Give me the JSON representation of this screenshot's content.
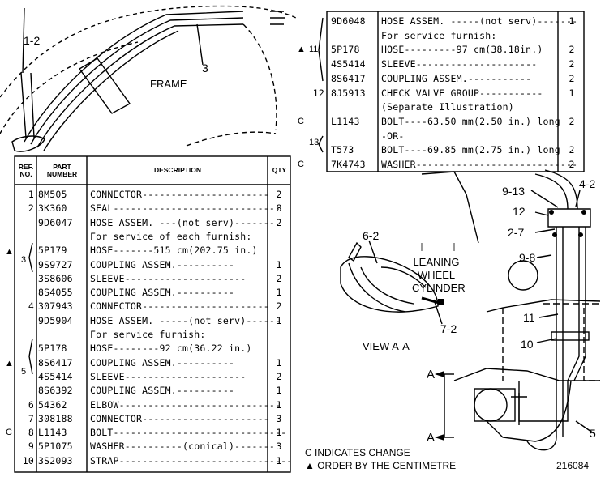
{
  "left_table": {
    "headers": {
      "ref": "REF. NO.",
      "part": "PART NUMBER",
      "desc": "DESCRIPTION",
      "qty": "QTY"
    },
    "rows": [
      {
        "ref": "1",
        "part": "8M505",
        "desc": "CONNECTOR----------------------",
        "qty": "2"
      },
      {
        "ref": "2",
        "part": "3K360",
        "desc": "SEAL-----------------------------",
        "qty": "8"
      },
      {
        "ref": "",
        "part": "9D6047",
        "desc": "HOSE ASSEM. ---(not serv)-------",
        "qty": "2"
      },
      {
        "ref": "",
        "part": "",
        "desc": "   For service of each furnish:",
        "qty": ""
      },
      {
        "ref": "",
        "part": "5P179",
        "desc": "   HOSE-------515 cm(202.75 in.)",
        "qty": ""
      },
      {
        "ref": "",
        "part": "9S9727",
        "desc": "   COUPLING ASSEM.----------",
        "qty": "1"
      },
      {
        "ref": "",
        "part": "3S8606",
        "desc": "   SLEEVE---------------------",
        "qty": "2"
      },
      {
        "ref": "",
        "part": "8S4055",
        "desc": "   COUPLING ASSEM.----------",
        "qty": "1"
      },
      {
        "ref": "4",
        "part": "307943",
        "desc": "CONNECTOR----------------------",
        "qty": "2"
      },
      {
        "ref": "",
        "part": "9D5904",
        "desc": "HOSE ASSEM. -----(not serv)------",
        "qty": "1"
      },
      {
        "ref": "",
        "part": "",
        "desc": "   For service furnish:",
        "qty": ""
      },
      {
        "ref": "",
        "part": "5P178",
        "desc": "   HOSE--------92 cm(36.22 in.)",
        "qty": ""
      },
      {
        "ref": "",
        "part": "8S6417",
        "desc": "   COUPLING ASSEM.----------",
        "qty": "1"
      },
      {
        "ref": "",
        "part": "4S5414",
        "desc": "   SLEEVE---------------------",
        "qty": "2"
      },
      {
        "ref": "",
        "part": "8S6392",
        "desc": "   COUPLING ASSEM.----------",
        "qty": "1"
      },
      {
        "ref": "6",
        "part": "54362",
        "desc": "ELBOW----------------------------",
        "qty": "1"
      },
      {
        "ref": "7",
        "part": "308188",
        "desc": "CONNECTOR----------------------",
        "qty": "3"
      },
      {
        "ref": "8",
        "part": "L1143",
        "desc": "BOLT------------------------------",
        "qty": "1"
      },
      {
        "ref": "9",
        "part": "5P1075",
        "desc": "WASHER----------(conical)-------",
        "qty": "3"
      },
      {
        "ref": "10",
        "part": "3S2093",
        "desc": "STRAP------------------------------",
        "qty": "1"
      }
    ],
    "group_refs": [
      {
        "ref": "3",
        "marker": "▲"
      },
      {
        "ref": "5",
        "marker": "▲"
      }
    ],
    "change_marks": [
      {
        "row": 17,
        "mark": "C"
      }
    ]
  },
  "right_table": {
    "rows": [
      {
        "ref": "",
        "part": "9D6048",
        "desc": "HOSE ASSEM. -----(not serv)-------",
        "qty": "1"
      },
      {
        "ref": "",
        "part": "",
        "desc": "   For service furnish:",
        "qty": ""
      },
      {
        "ref": "",
        "part": "5P178",
        "desc": "   HOSE---------97 cm(38.18in.)",
        "qty": "2"
      },
      {
        "ref": "",
        "part": "4S5414",
        "desc": "   SLEEVE---------------------",
        "qty": "2"
      },
      {
        "ref": "",
        "part": "8S6417",
        "desc": "   COUPLING ASSEM.-----------",
        "qty": "2"
      },
      {
        "ref": "12",
        "part": "8J5913",
        "desc": "CHECK VALVE GROUP-----------",
        "qty": "1"
      },
      {
        "ref": "",
        "part": "",
        "desc": "   (Separate Illustration)",
        "qty": ""
      },
      {
        "ref": "",
        "part": "L1143",
        "desc": "BOLT----63.50 mm(2.50 in.) long",
        "qty": "2"
      },
      {
        "ref": "",
        "part": "",
        "desc": "          -OR-",
        "qty": ""
      },
      {
        "ref": "",
        "part": "T573",
        "desc": "BOLT----69.85 mm(2.75 in.) long",
        "qty": "2"
      },
      {
        "ref": "",
        "part": "7K4743",
        "desc": "WASHER----------------------------",
        "qty": "2"
      }
    ],
    "group_refs": [
      {
        "ref": "11",
        "marker": "▲"
      },
      {
        "ref": "13",
        "marker": ""
      }
    ],
    "change_marks": [
      {
        "row": 7,
        "mark": "C"
      },
      {
        "row": 10,
        "mark": "C"
      }
    ]
  },
  "diagram_labels": {
    "frame": "FRAME",
    "callout_1_2": "1-2",
    "callout_3": "3",
    "callout_6_2": "6-2",
    "leaning_cylinder": [
      "LEANING",
      "WHEEL",
      "CYLINDER"
    ],
    "callout_7_2": "7-2",
    "view": "VIEW A-A",
    "callout_9_13": "9-13",
    "callout_4_2": "4-2",
    "callout_12": "12",
    "callout_2_7": "2-7",
    "callout_9_8": "9-8",
    "callout_11": "11",
    "callout_10": "10",
    "callout_5": "5",
    "section_a": "A"
  },
  "legend": {
    "change": "C INDICATES CHANGE",
    "order": "▲ ORDER BY THE CENTIMETRE"
  },
  "figure_number": "216084"
}
